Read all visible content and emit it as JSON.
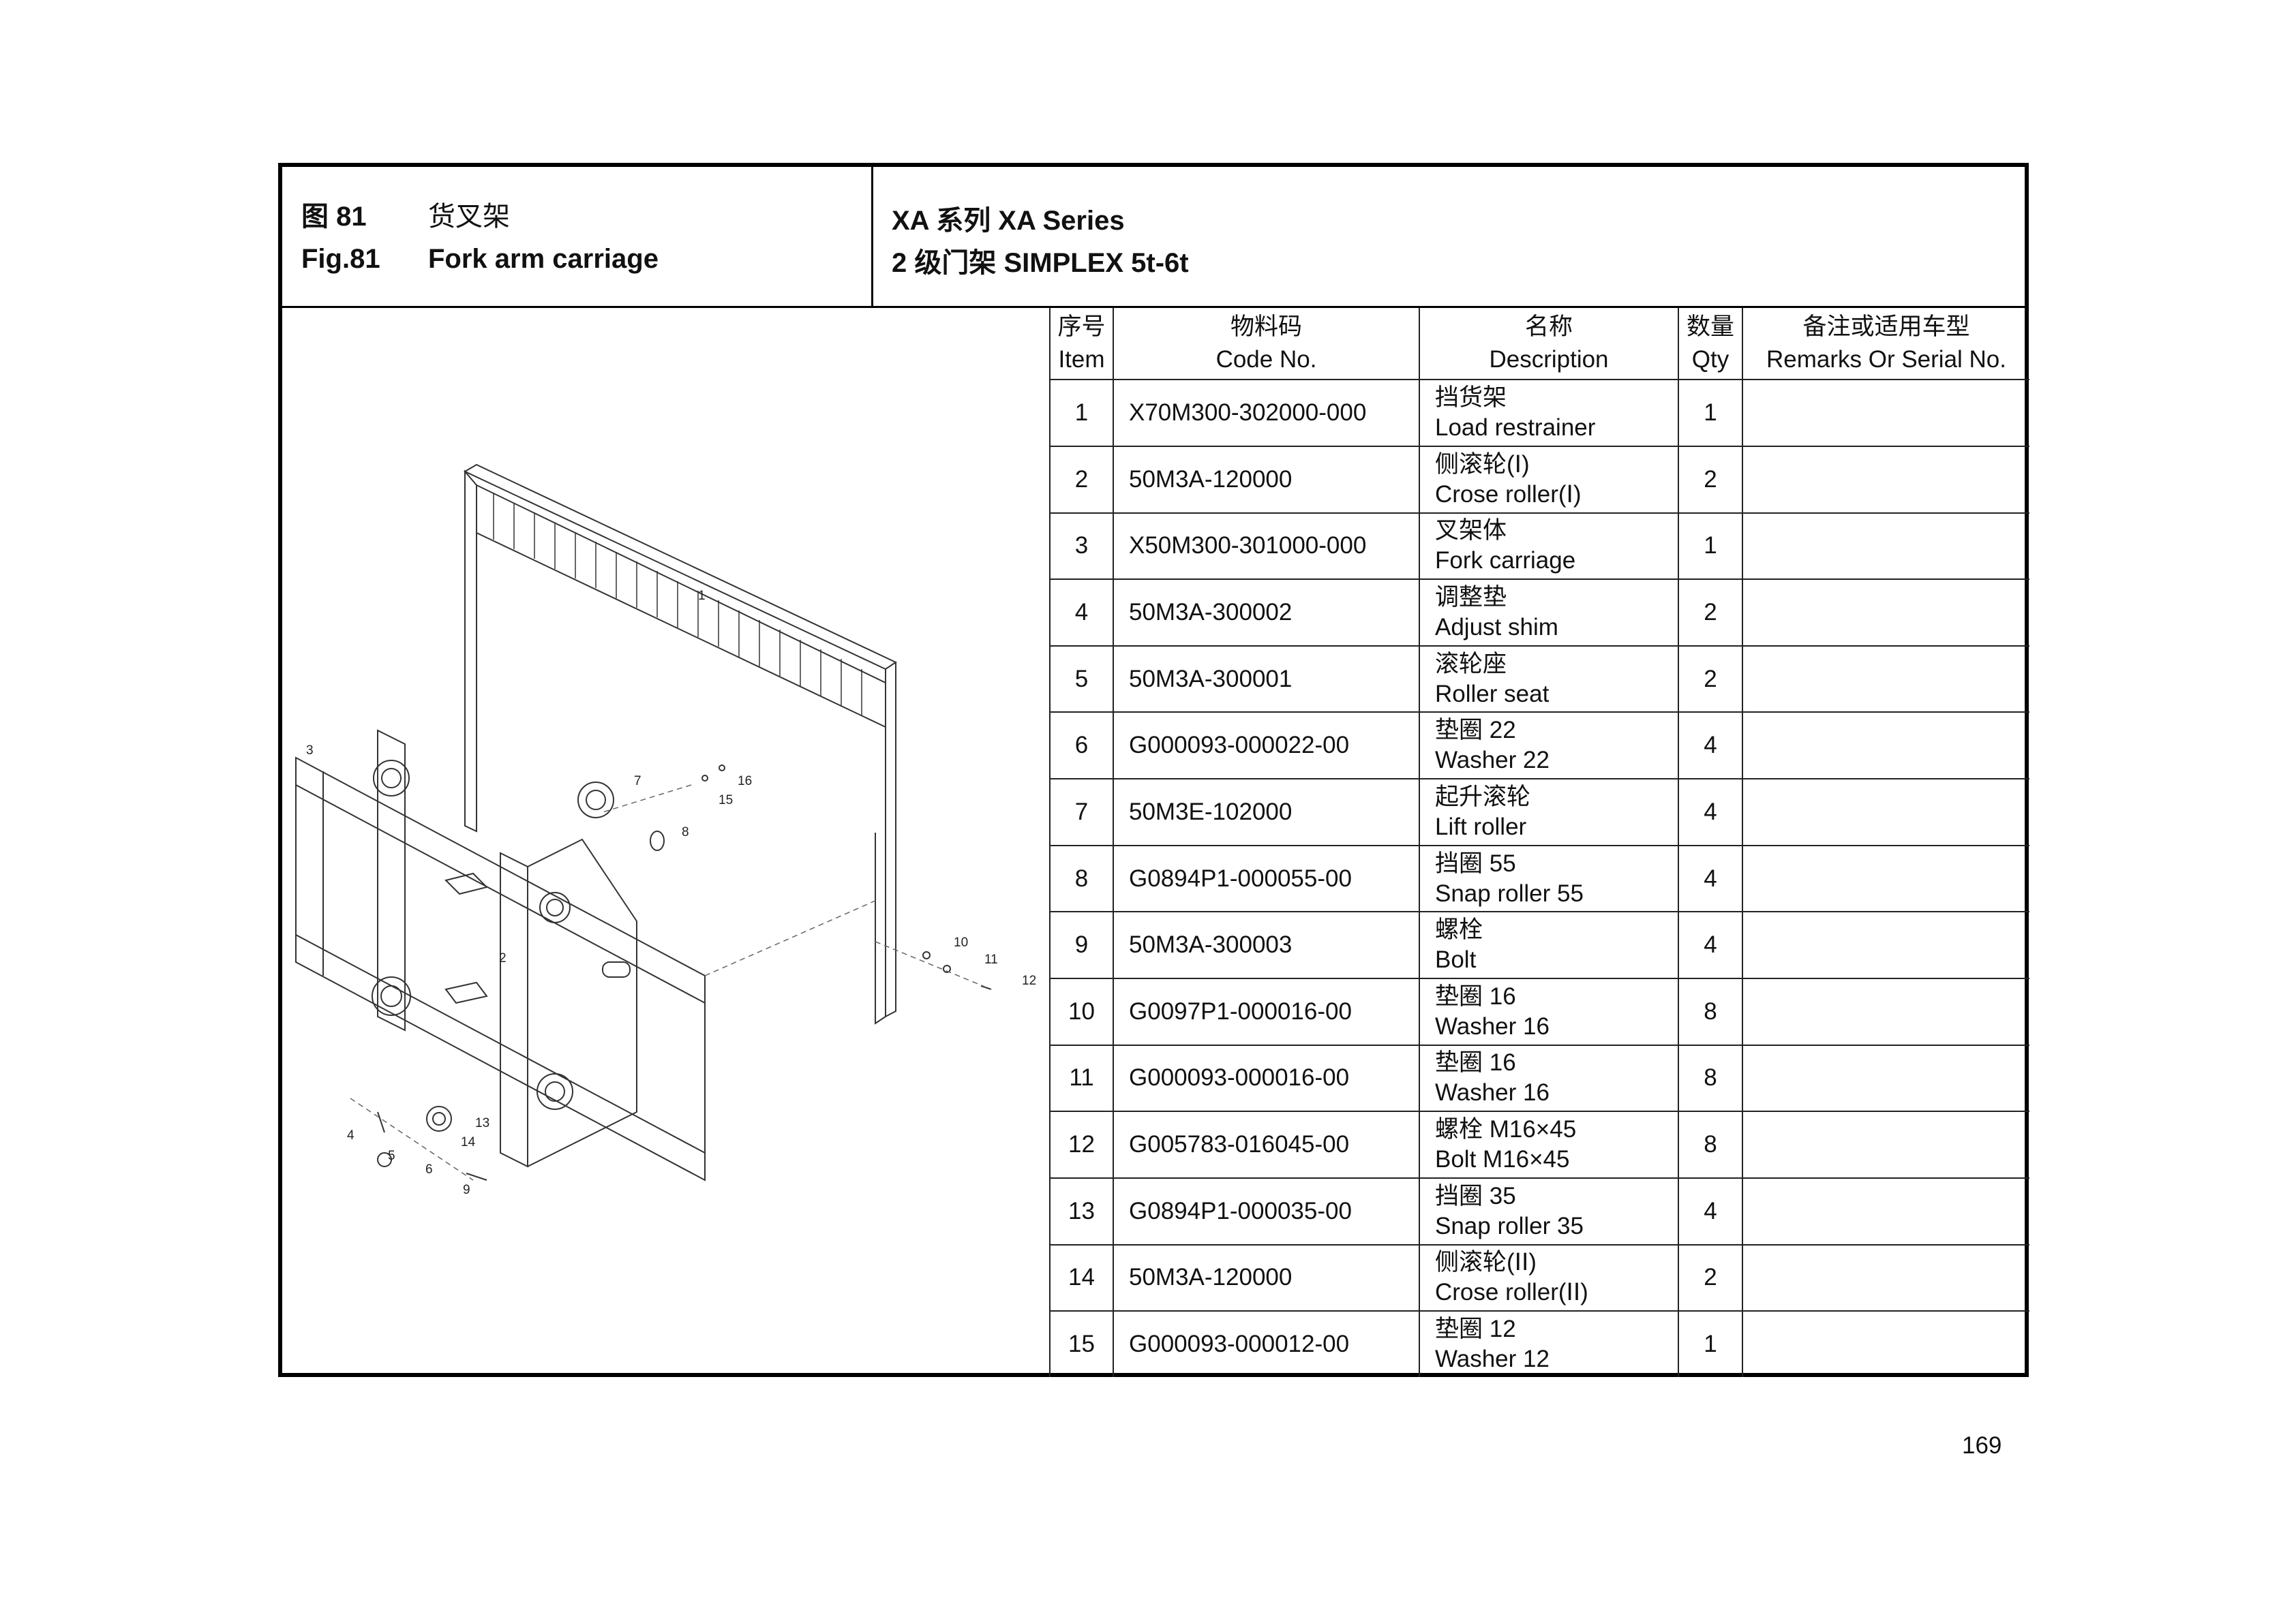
{
  "header": {
    "fig_cn": "图 81",
    "title_cn": "货叉架",
    "fig_en": "Fig.81",
    "title_en": "Fork arm carriage",
    "series_line": "XA 系列 XA Series",
    "mast_line": "2 级门架 SIMPLEX 5t-6t"
  },
  "table": {
    "headers": {
      "item_cn": "序号",
      "item_en": "Item",
      "code_cn": "物料码",
      "code_en": "Code No.",
      "desc_cn": "名称",
      "desc_en": "Description",
      "qty_cn": "数量",
      "qty_en": "Qty",
      "remarks_cn": "备注或适用车型",
      "remarks_en": "Remarks Or Serial No."
    },
    "rows": [
      {
        "item": "1",
        "code": "X70M300-302000-000",
        "desc_cn": "挡货架",
        "desc_en": "Load restrainer",
        "qty": "1",
        "remarks": ""
      },
      {
        "item": "2",
        "code": "50M3A-120000",
        "desc_cn": "侧滚轮(Ⅰ)",
        "desc_en": "Crose roller(Ⅰ)",
        "qty": "2",
        "remarks": ""
      },
      {
        "item": "3",
        "code": "X50M300-301000-000",
        "desc_cn": "叉架体",
        "desc_en": "Fork carriage",
        "qty": "1",
        "remarks": ""
      },
      {
        "item": "4",
        "code": "50M3A-300002",
        "desc_cn": "调整垫",
        "desc_en": "Adjust shim",
        "qty": "2",
        "remarks": ""
      },
      {
        "item": "5",
        "code": "50M3A-300001",
        "desc_cn": "滚轮座",
        "desc_en": "Roller seat",
        "qty": "2",
        "remarks": ""
      },
      {
        "item": "6",
        "code": "G000093-000022-00",
        "desc_cn": "垫圈 22",
        "desc_en": "Washer 22",
        "qty": "4",
        "remarks": ""
      },
      {
        "item": "7",
        "code": "50M3E-102000",
        "desc_cn": "起升滚轮",
        "desc_en": "Lift roller",
        "qty": "4",
        "remarks": ""
      },
      {
        "item": "8",
        "code": "G0894P1-000055-00",
        "desc_cn": "挡圈 55",
        "desc_en": "Snap roller 55",
        "qty": "4",
        "remarks": ""
      },
      {
        "item": "9",
        "code": "50M3A-300003",
        "desc_cn": "螺栓",
        "desc_en": "Bolt",
        "qty": "4",
        "remarks": ""
      },
      {
        "item": "10",
        "code": "G0097P1-000016-00",
        "desc_cn": "垫圈 16",
        "desc_en": "Washer 16",
        "qty": "8",
        "remarks": ""
      },
      {
        "item": "11",
        "code": "G000093-000016-00",
        "desc_cn": "垫圈 16",
        "desc_en": "Washer 16",
        "qty": "8",
        "remarks": ""
      },
      {
        "item": "12",
        "code": "G005783-016045-00",
        "desc_cn": "螺栓 M16×45",
        "desc_en": "Bolt M16×45",
        "qty": "8",
        "remarks": ""
      },
      {
        "item": "13",
        "code": "G0894P1-000035-00",
        "desc_cn": "挡圈 35",
        "desc_en": "Snap roller 35",
        "qty": "4",
        "remarks": ""
      },
      {
        "item": "14",
        "code": "50M3A-120000",
        "desc_cn": "侧滚轮(ⅠⅠ)",
        "desc_en": "Crose roller(ⅠⅠ)",
        "qty": "2",
        "remarks": ""
      },
      {
        "item": "15",
        "code": "G000093-000012-00",
        "desc_cn": "垫圈 12",
        "desc_en": "Washer 12",
        "qty": "1",
        "remarks": ""
      }
    ]
  },
  "diagram_callouts": [
    "1",
    "2",
    "3",
    "4",
    "5",
    "6",
    "7",
    "8",
    "9",
    "10",
    "11",
    "12",
    "13",
    "14",
    "15",
    "16"
  ],
  "page_number": "169"
}
